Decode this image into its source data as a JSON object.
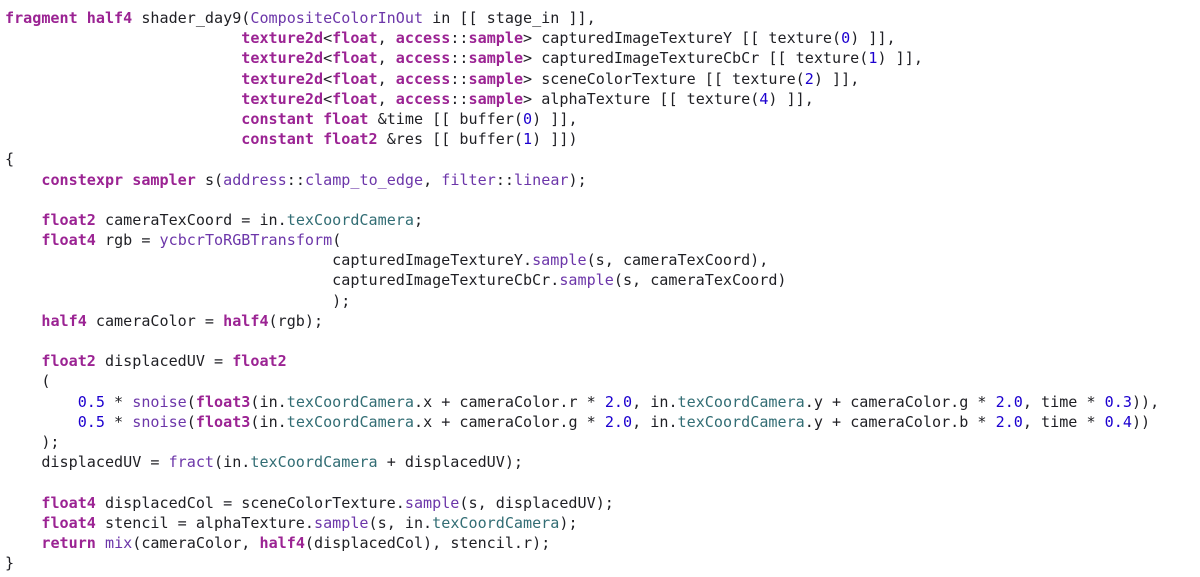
{
  "colors": {
    "background": "#ffffff",
    "plain": "#1f1f24",
    "keyword": "#9b2393",
    "class": "#6c36a9",
    "function": "#6c36a9",
    "property": "#326d74",
    "number": "#1c00cf"
  },
  "lines": [
    [
      [
        "kw",
        "fragment"
      ],
      [
        "p",
        " "
      ],
      [
        "kw",
        "half4"
      ],
      [
        "p",
        " shader_day9("
      ],
      [
        "cls",
        "CompositeColorInOut"
      ],
      [
        "p",
        " in [[ stage_in ]],"
      ]
    ],
    [
      [
        "p",
        "                          "
      ],
      [
        "kw",
        "texture2d"
      ],
      [
        "p",
        "<"
      ],
      [
        "kw",
        "float"
      ],
      [
        "p",
        ", "
      ],
      [
        "kw",
        "access"
      ],
      [
        "p",
        "::"
      ],
      [
        "kw",
        "sample"
      ],
      [
        "p",
        "> capturedImageTextureY [[ texture("
      ],
      [
        "num",
        "0"
      ],
      [
        "p",
        ") ]],"
      ]
    ],
    [
      [
        "p",
        "                          "
      ],
      [
        "kw",
        "texture2d"
      ],
      [
        "p",
        "<"
      ],
      [
        "kw",
        "float"
      ],
      [
        "p",
        ", "
      ],
      [
        "kw",
        "access"
      ],
      [
        "p",
        "::"
      ],
      [
        "kw",
        "sample"
      ],
      [
        "p",
        "> capturedImageTextureCbCr [[ texture("
      ],
      [
        "num",
        "1"
      ],
      [
        "p",
        ") ]],"
      ]
    ],
    [
      [
        "p",
        "                          "
      ],
      [
        "kw",
        "texture2d"
      ],
      [
        "p",
        "<"
      ],
      [
        "kw",
        "float"
      ],
      [
        "p",
        ", "
      ],
      [
        "kw",
        "access"
      ],
      [
        "p",
        "::"
      ],
      [
        "kw",
        "sample"
      ],
      [
        "p",
        "> sceneColorTexture [[ texture("
      ],
      [
        "num",
        "2"
      ],
      [
        "p",
        ") ]],"
      ]
    ],
    [
      [
        "p",
        "                          "
      ],
      [
        "kw",
        "texture2d"
      ],
      [
        "p",
        "<"
      ],
      [
        "kw",
        "float"
      ],
      [
        "p",
        ", "
      ],
      [
        "kw",
        "access"
      ],
      [
        "p",
        "::"
      ],
      [
        "kw",
        "sample"
      ],
      [
        "p",
        "> alphaTexture [[ texture("
      ],
      [
        "num",
        "4"
      ],
      [
        "p",
        ") ]],"
      ]
    ],
    [
      [
        "p",
        "                          "
      ],
      [
        "kw",
        "constant"
      ],
      [
        "p",
        " "
      ],
      [
        "kw",
        "float"
      ],
      [
        "p",
        " &time [[ buffer("
      ],
      [
        "num",
        "0"
      ],
      [
        "p",
        ") ]],"
      ]
    ],
    [
      [
        "p",
        "                          "
      ],
      [
        "kw",
        "constant"
      ],
      [
        "p",
        " "
      ],
      [
        "kw",
        "float2"
      ],
      [
        "p",
        " &res [[ buffer("
      ],
      [
        "num",
        "1"
      ],
      [
        "p",
        ") ]])"
      ]
    ],
    [
      [
        "p",
        "{"
      ]
    ],
    [
      [
        "p",
        "    "
      ],
      [
        "kw",
        "constexpr"
      ],
      [
        "p",
        " "
      ],
      [
        "kw",
        "sampler"
      ],
      [
        "p",
        " s("
      ],
      [
        "cls",
        "address"
      ],
      [
        "p",
        "::"
      ],
      [
        "cls",
        "clamp_to_edge"
      ],
      [
        "p",
        ", "
      ],
      [
        "cls",
        "filter"
      ],
      [
        "p",
        "::"
      ],
      [
        "cls",
        "linear"
      ],
      [
        "p",
        ");"
      ]
    ],
    [
      [
        "p",
        ""
      ]
    ],
    [
      [
        "p",
        "    "
      ],
      [
        "kw",
        "float2"
      ],
      [
        "p",
        " cameraTexCoord = in."
      ],
      [
        "prop",
        "texCoordCamera"
      ],
      [
        "p",
        ";"
      ]
    ],
    [
      [
        "p",
        "    "
      ],
      [
        "kw",
        "float4"
      ],
      [
        "p",
        " rgb = "
      ],
      [
        "fn",
        "ycbcrToRGBTransform"
      ],
      [
        "p",
        "("
      ]
    ],
    [
      [
        "p",
        "                                    capturedImageTextureY."
      ],
      [
        "fn",
        "sample"
      ],
      [
        "p",
        "(s, cameraTexCoord),"
      ]
    ],
    [
      [
        "p",
        "                                    capturedImageTextureCbCr."
      ],
      [
        "fn",
        "sample"
      ],
      [
        "p",
        "(s, cameraTexCoord)"
      ]
    ],
    [
      [
        "p",
        "                                    );"
      ]
    ],
    [
      [
        "p",
        "    "
      ],
      [
        "kw",
        "half4"
      ],
      [
        "p",
        " cameraColor = "
      ],
      [
        "kw",
        "half4"
      ],
      [
        "p",
        "(rgb);"
      ]
    ],
    [
      [
        "p",
        ""
      ]
    ],
    [
      [
        "p",
        "    "
      ],
      [
        "kw",
        "float2"
      ],
      [
        "p",
        " displacedUV = "
      ],
      [
        "kw",
        "float2"
      ]
    ],
    [
      [
        "p",
        "    ("
      ]
    ],
    [
      [
        "p",
        "        "
      ],
      [
        "num",
        "0.5"
      ],
      [
        "p",
        " * "
      ],
      [
        "fn",
        "snoise"
      ],
      [
        "p",
        "("
      ],
      [
        "kw",
        "float3"
      ],
      [
        "p",
        "(in."
      ],
      [
        "prop",
        "texCoordCamera"
      ],
      [
        "p",
        ".x + cameraColor.r * "
      ],
      [
        "num",
        "2.0"
      ],
      [
        "p",
        ", in."
      ],
      [
        "prop",
        "texCoordCamera"
      ],
      [
        "p",
        ".y + cameraColor.g * "
      ],
      [
        "num",
        "2.0"
      ],
      [
        "p",
        ", time * "
      ],
      [
        "num",
        "0.3"
      ],
      [
        "p",
        ")),"
      ]
    ],
    [
      [
        "p",
        "        "
      ],
      [
        "num",
        "0.5"
      ],
      [
        "p",
        " * "
      ],
      [
        "fn",
        "snoise"
      ],
      [
        "p",
        "("
      ],
      [
        "kw",
        "float3"
      ],
      [
        "p",
        "(in."
      ],
      [
        "prop",
        "texCoordCamera"
      ],
      [
        "p",
        ".x + cameraColor.g * "
      ],
      [
        "num",
        "2.0"
      ],
      [
        "p",
        ", in."
      ],
      [
        "prop",
        "texCoordCamera"
      ],
      [
        "p",
        ".y + cameraColor.b * "
      ],
      [
        "num",
        "2.0"
      ],
      [
        "p",
        ", time * "
      ],
      [
        "num",
        "0.4"
      ],
      [
        "p",
        "))"
      ]
    ],
    [
      [
        "p",
        "    );"
      ]
    ],
    [
      [
        "p",
        "    displacedUV = "
      ],
      [
        "fn",
        "fract"
      ],
      [
        "p",
        "(in."
      ],
      [
        "prop",
        "texCoordCamera"
      ],
      [
        "p",
        " + displacedUV);"
      ]
    ],
    [
      [
        "p",
        ""
      ]
    ],
    [
      [
        "p",
        "    "
      ],
      [
        "kw",
        "float4"
      ],
      [
        "p",
        " displacedCol = sceneColorTexture."
      ],
      [
        "fn",
        "sample"
      ],
      [
        "p",
        "(s, displacedUV);"
      ]
    ],
    [
      [
        "p",
        "    "
      ],
      [
        "kw",
        "float4"
      ],
      [
        "p",
        " stencil = alphaTexture."
      ],
      [
        "fn",
        "sample"
      ],
      [
        "p",
        "(s, in."
      ],
      [
        "prop",
        "texCoordCamera"
      ],
      [
        "p",
        ");"
      ]
    ],
    [
      [
        "p",
        "    "
      ],
      [
        "kw",
        "return"
      ],
      [
        "p",
        " "
      ],
      [
        "fn",
        "mix"
      ],
      [
        "p",
        "(cameraColor, "
      ],
      [
        "kw",
        "half4"
      ],
      [
        "p",
        "(displacedCol), stencil.r);"
      ]
    ],
    [
      [
        "p",
        "}"
      ]
    ]
  ]
}
